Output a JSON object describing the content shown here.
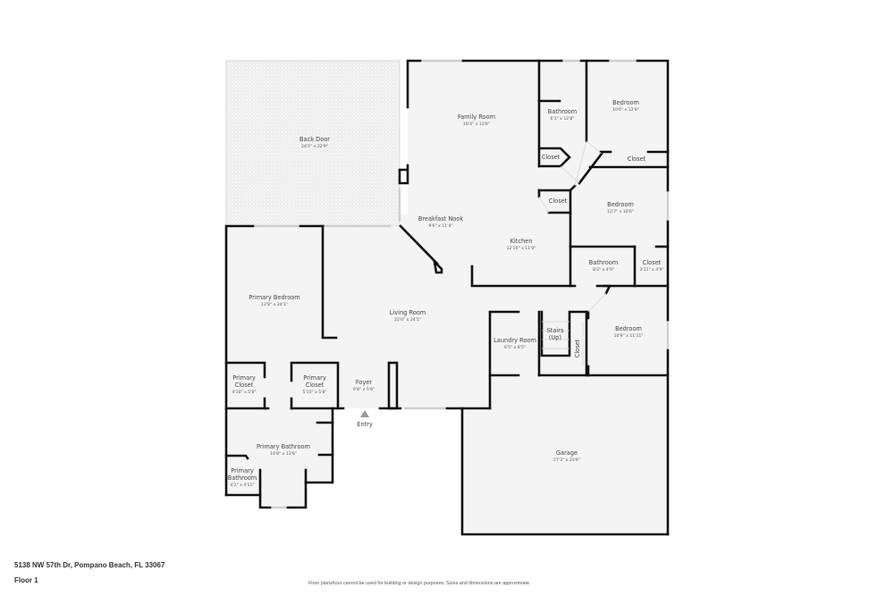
{
  "plan": {
    "floor_fill": "#f4f4f4",
    "wall_color": "#111111",
    "patio_pattern_color": "#d9d9d9",
    "rooms": [
      {
        "id": "back-door",
        "name": "Back Door",
        "dims": "24'1\" x 22'9\""
      },
      {
        "id": "family-room",
        "name": "Family Room",
        "dims": "16'4\" x 13'8\""
      },
      {
        "id": "bathroom-1",
        "name": "Bathroom",
        "dims": "6'1\" x 12'8\""
      },
      {
        "id": "bedroom-1",
        "name": "Bedroom",
        "dims": "10'6\" x 12'8\""
      },
      {
        "id": "closet-1",
        "name": "Closet",
        "dims": ""
      },
      {
        "id": "closet-2",
        "name": "Closet",
        "dims": ""
      },
      {
        "id": "closet-3",
        "name": "Closet",
        "dims": ""
      },
      {
        "id": "bedroom-2",
        "name": "Bedroom",
        "dims": "12'7\" x 10'6\""
      },
      {
        "id": "breakfast-nook",
        "name": "Breakfast Nook",
        "dims": "9'6\" x 11'4\""
      },
      {
        "id": "kitchen",
        "name": "Kitchen",
        "dims": "12'10\" x 11'0\""
      },
      {
        "id": "bathroom-2",
        "name": "Bathroom",
        "dims": "8'2\" x 4'9\""
      },
      {
        "id": "closet-4",
        "name": "Closet",
        "dims": "3'11\" x 4'9\""
      },
      {
        "id": "primary-bedroom",
        "name": "Primary Bedroom",
        "dims": "12'8\" x 24'1\""
      },
      {
        "id": "living-room",
        "name": "Living Room",
        "dims": "22'0\" x 24'1\""
      },
      {
        "id": "laundry-room",
        "name": "Laundry Room",
        "dims": "6'5\" x 8'5\""
      },
      {
        "id": "stairs",
        "name": "Stairs",
        "name2": "(Up)",
        "dims": ""
      },
      {
        "id": "closet-5",
        "name": "Closet",
        "dims": ""
      },
      {
        "id": "bedroom-3",
        "name": "Bedroom",
        "dims": "10'9\" x 11'11\""
      },
      {
        "id": "primary-closet-1",
        "name": "Primary",
        "name2": "Closet",
        "dims": "4'10\" x 5'8\""
      },
      {
        "id": "primary-closet-2",
        "name": "Primary",
        "name2": "Closet",
        "dims": "5'10\" x 5'8\""
      },
      {
        "id": "foyer",
        "name": "Foyer",
        "dims": "6'8\" x 5'8\""
      },
      {
        "id": "primary-bathroom",
        "name": "Primary Bathroom",
        "dims": "14'8\" x 13'6\""
      },
      {
        "id": "primary-bathroom-2",
        "name": "Primary",
        "name2": "Bathroom",
        "dims": "4'2\" x 4'11\""
      },
      {
        "id": "garage",
        "name": "Garage",
        "dims": "27'3\" x 23'6\""
      }
    ],
    "entry_label": "Entry"
  },
  "footer": {
    "address": "5138 NW 57th Dr, Pompano Beach, FL 33067",
    "floor": "Floor 1",
    "disclaimer": "Floor plans/tour cannot be used for building or design purposes. Sizes and dimensions are approximate."
  }
}
